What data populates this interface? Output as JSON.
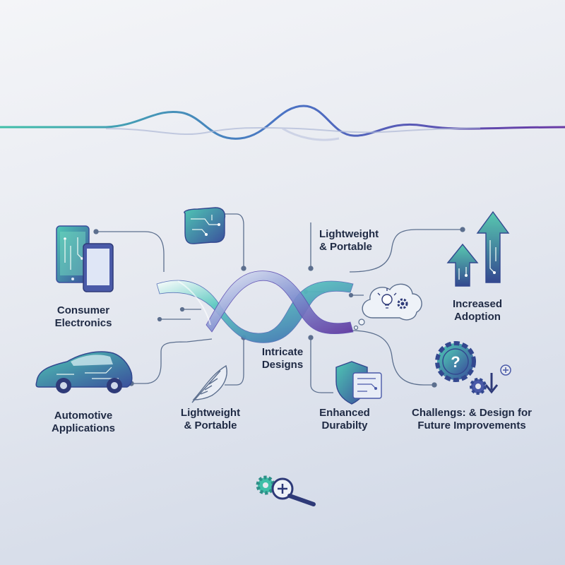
{
  "colors": {
    "teal": "#3fbfa8",
    "blue": "#4a73c4",
    "purple": "#6a3aa5",
    "navy": "#1f2a44",
    "line": "#5c6f8e"
  },
  "labels": {
    "consumer": {
      "line1": "Consumer",
      "line2": "Electronics"
    },
    "automotive": {
      "line1": "Automotive",
      "line2": "Applications"
    },
    "lightweight_bottom": {
      "line1": "Lightweight",
      "line2": "& Portable"
    },
    "lightweight_top": {
      "line1": "Lightweight",
      "line2": "& Portable"
    },
    "intricate": {
      "line1": "Intricate",
      "line2": "Designs"
    },
    "durability": {
      "line1": "Enhanced",
      "line2": "Durabilty"
    },
    "adoption": {
      "line1": "Increased",
      "line2": "Adoption"
    },
    "challenges": {
      "line1": "Challengs: & Design for",
      "line2": "Future Improvements"
    }
  },
  "icons": [
    "smartphone-tablet-icon",
    "car-icon",
    "flexible-circuit-icon",
    "feather-icon",
    "ribbon-helix-icon",
    "shield-circuit-icon",
    "cloud-idea-icon",
    "growth-arrows-icon",
    "gear-question-icon",
    "magnifier-gear-icon"
  ]
}
